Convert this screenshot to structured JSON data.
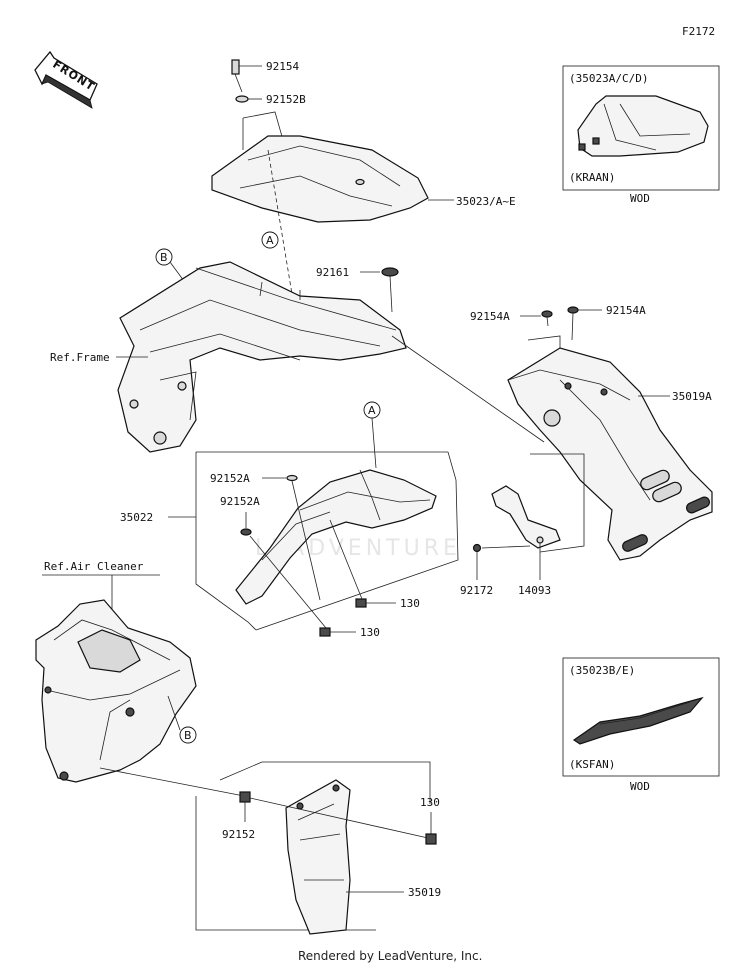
{
  "figure_code": "F2172",
  "front_arrow": "FRONT",
  "footer": "Rendered by LeadVenture, Inc.",
  "watermark": "LEADVENTURE",
  "callouts": {
    "a_top": "A",
    "a_mid": "A",
    "b_top": "B",
    "b_bottom": "B"
  },
  "parts": {
    "p92154": "92154",
    "p92152B": "92152B",
    "p35023": "35023/A~E",
    "p92161": "92161",
    "refFrame": "Ref.Frame",
    "p92154A_left": "92154A",
    "p92154A_right": "92154A",
    "p35019A": "35019A",
    "p92152A_1": "92152A",
    "p92152A_2": "92152A",
    "p35022": "35022",
    "p130_a": "130",
    "p130_b": "130",
    "p92172": "92172",
    "p14093": "14093",
    "refAirCleaner": "Ref.Air Cleaner",
    "p130_c": "130",
    "p92152": "92152",
    "p35019": "35019"
  },
  "inset_top": {
    "title": "(35023A/C/D)",
    "sub": "(KRAAN)",
    "caption": "WOD"
  },
  "inset_bottom": {
    "title": "(35023B/E)",
    "sub": "(KSFAN)",
    "caption": "WOD"
  }
}
